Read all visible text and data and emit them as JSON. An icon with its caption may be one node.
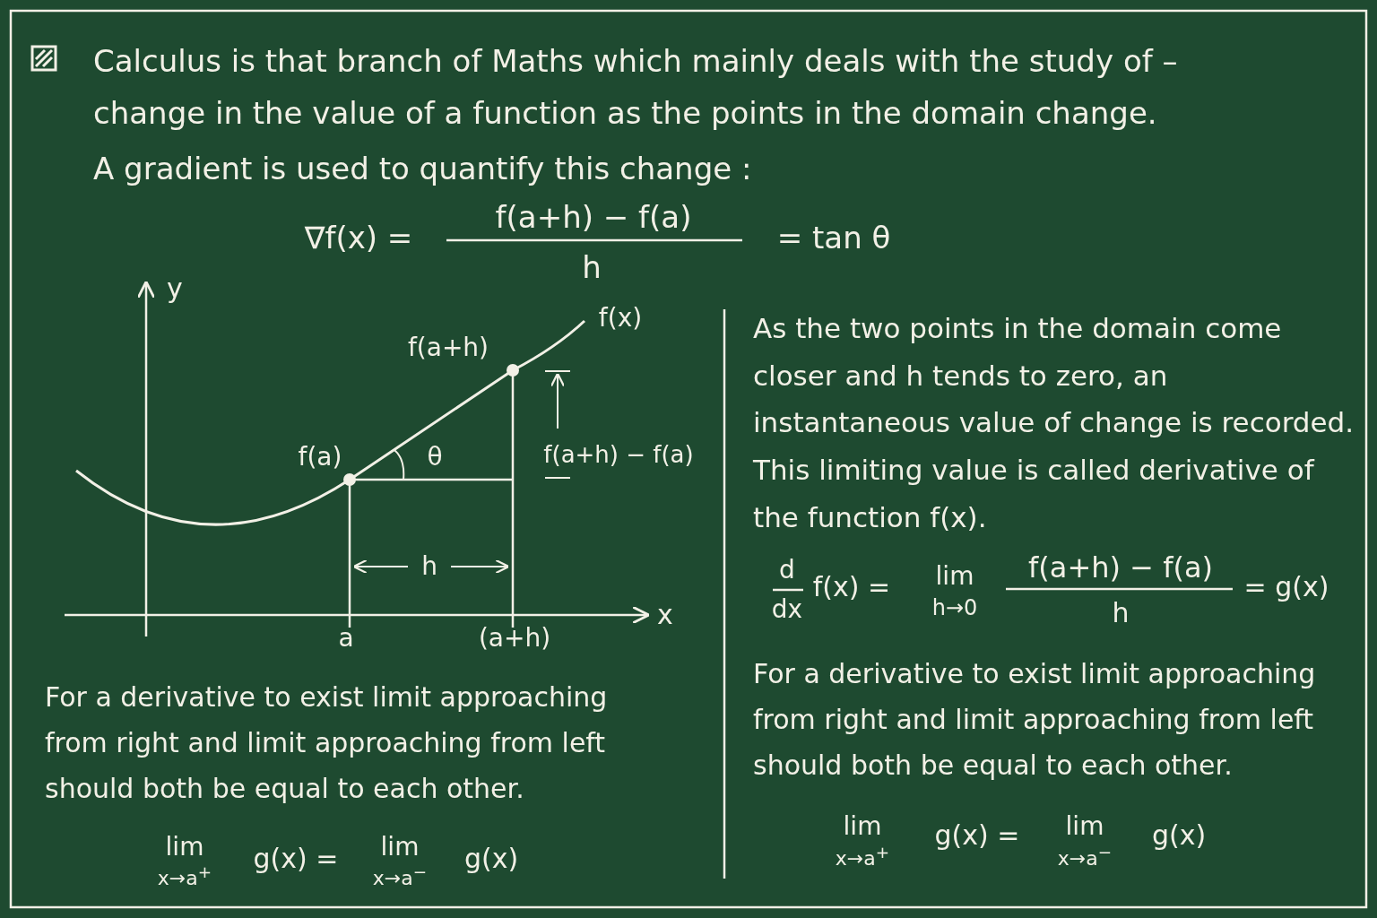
{
  "diagram": {
    "labels": [
      "Calculus is that branch of Maths which mainly deals with the study of – change in the value of a function as the points in the domain change.",
      "A gradient is used to quantify this change :",
      "∇f(x) =",
      "f(a+h) − f(a)",
      "h",
      "= tan θ",
      "y",
      "f(x)",
      "f(a+h)",
      "f(a)",
      "θ",
      "f(a+h) − f(a)",
      "h",
      "x",
      "a",
      "(a+h)",
      "For a derivative to exist limit approaching from right and limit approaching from left should both be equal to each other.",
      "lim",
      "x→a$^{+}$",
      "g(x) =",
      "lim",
      "x→a$^{−}$",
      "g(x)",
      "As the two points in the domain come closer and h tends to zero, an instantaneous value of change is recorded. This limiting value is called derivative of the function f(x).",
      "d",
      "dx",
      "f(x) =",
      "lim",
      "h→0",
      "f(a+h) − f(a)",
      "h",
      "= g(x)",
      "For a derivative to exist limit approaching from right and limit approaching from left should both be equal to each other.",
      "lim",
      "x→a$^{+}$",
      "g(x) =",
      "lim",
      "x→a$^{−}$",
      "g(x)"
    ]
  }
}
